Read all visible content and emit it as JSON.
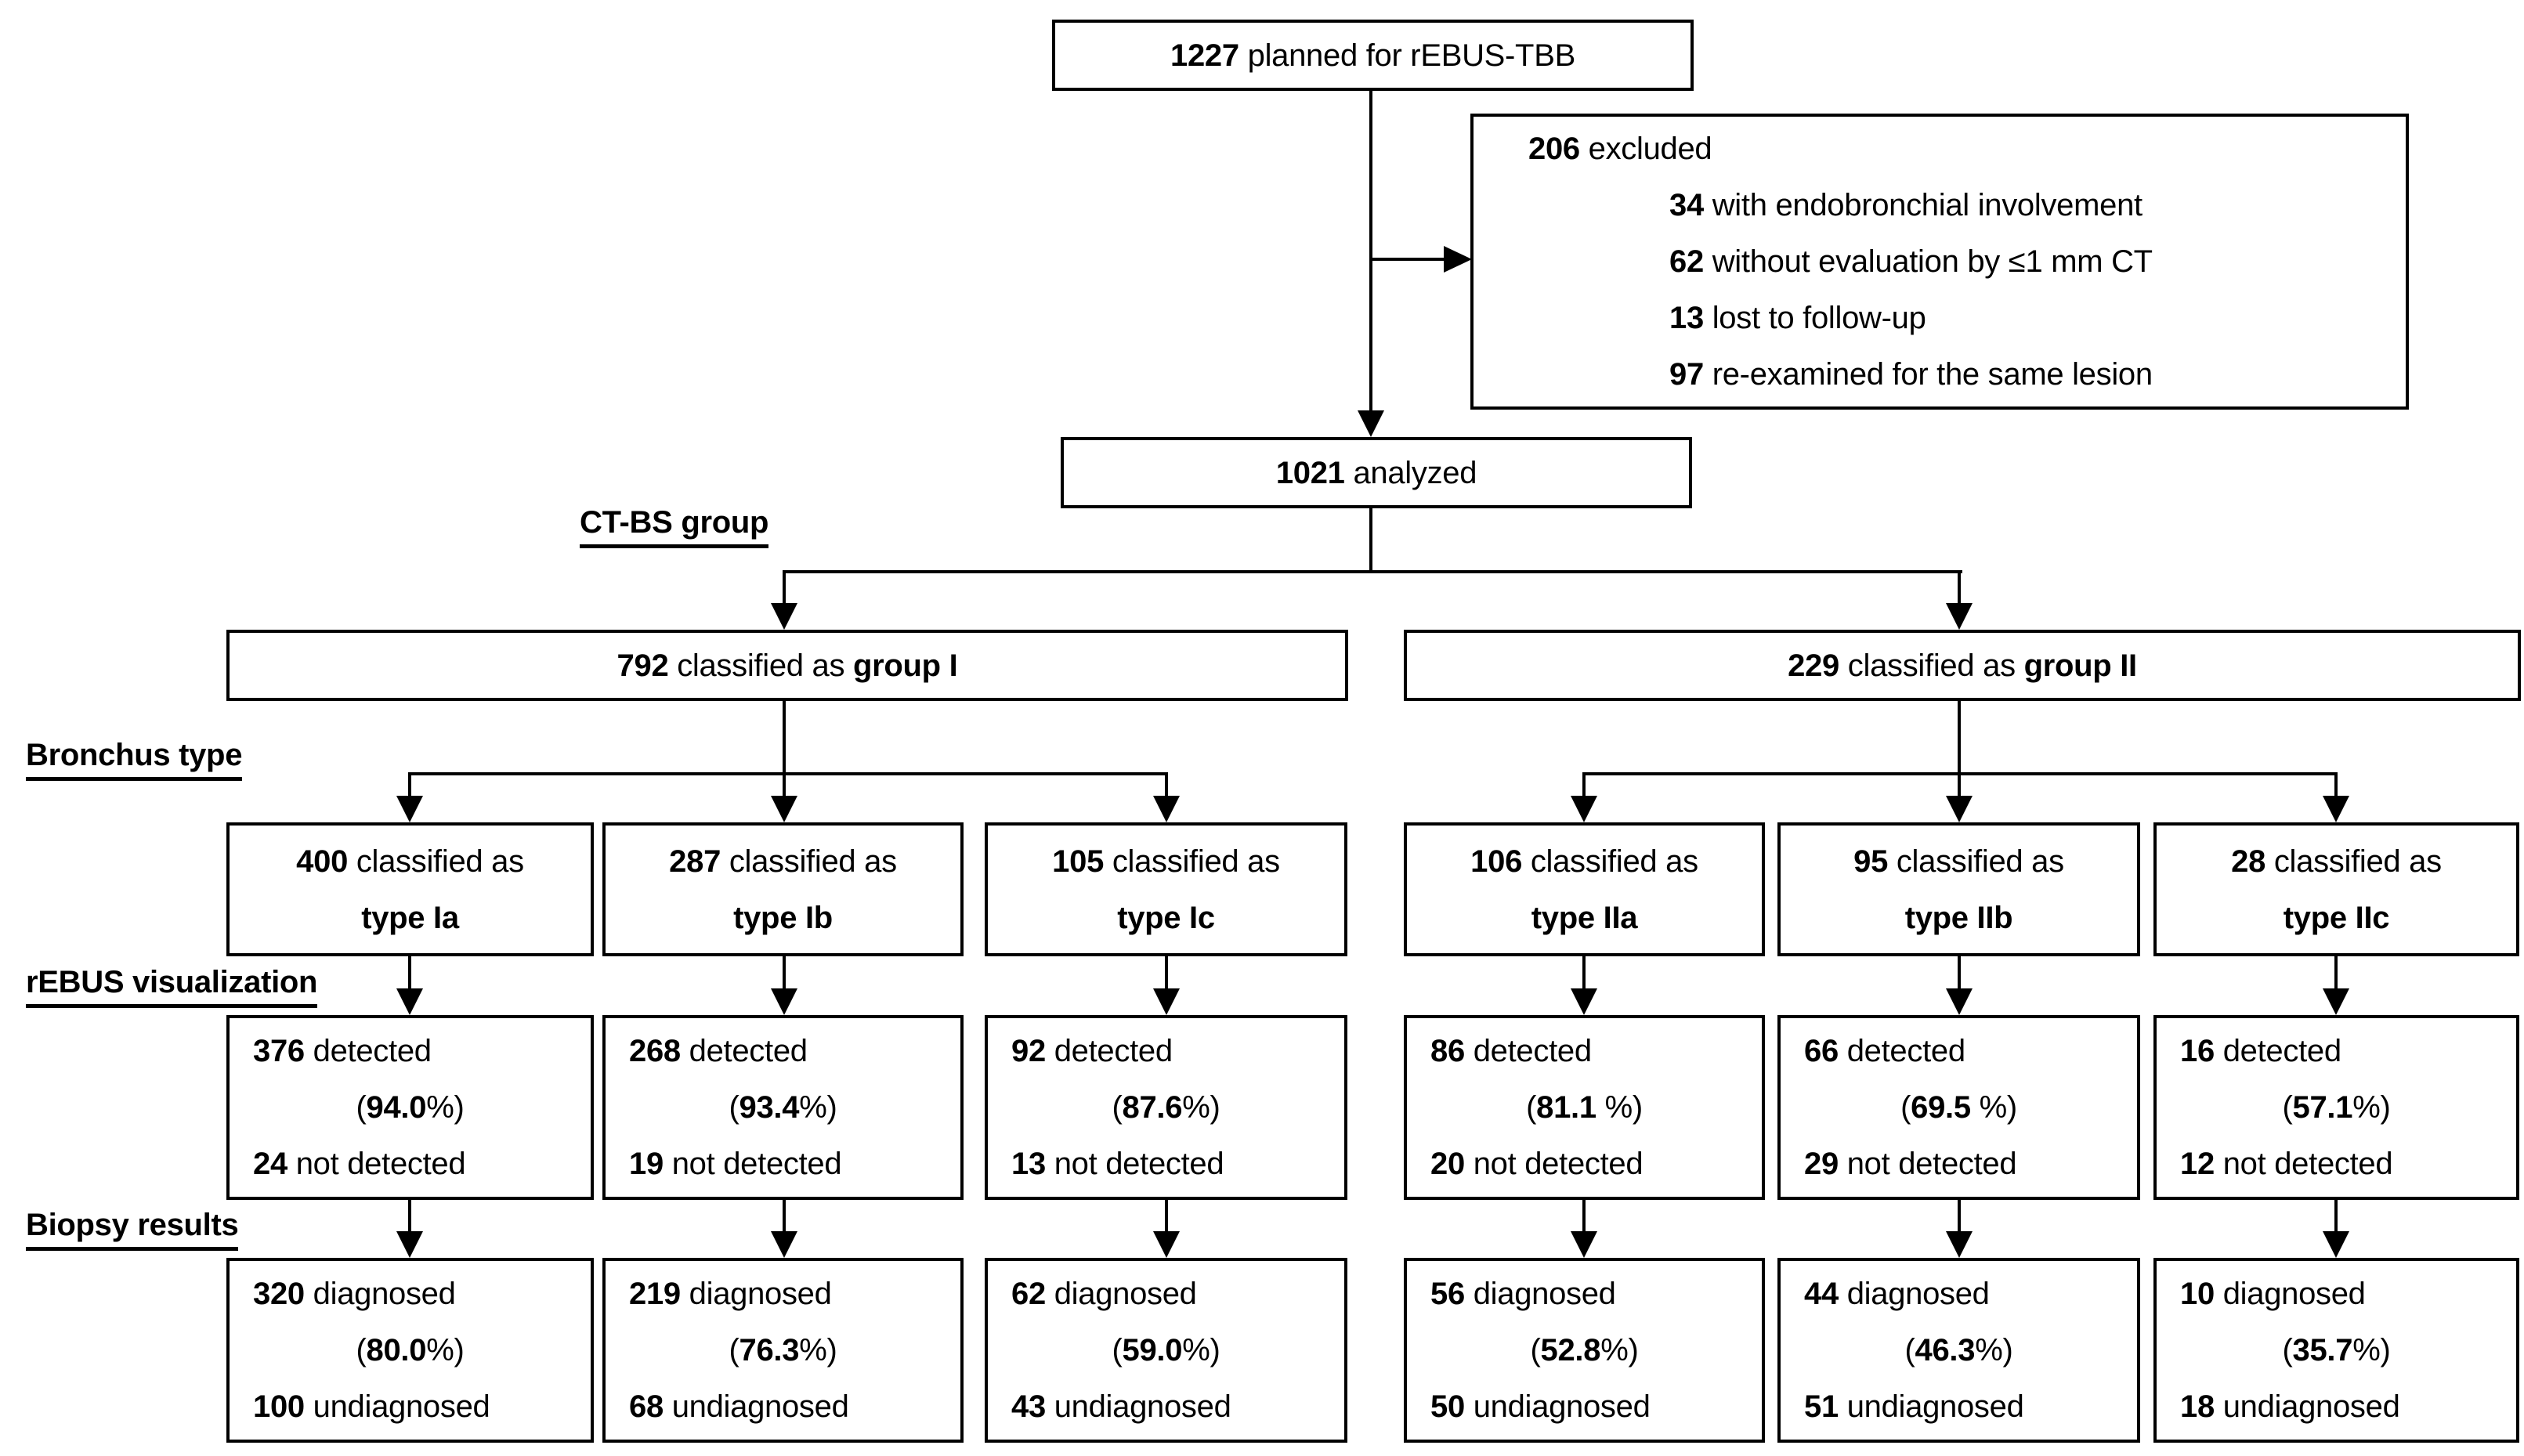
{
  "labels": {
    "ct_bs_group": "CT-BS group",
    "bronchus_type": "Bronchus type",
    "rebus_visualization": "rEBUS visualization",
    "biopsy_results": "Biopsy results"
  },
  "boxes": {
    "planned": {
      "num": "1227",
      "rest": " planned for rEBUS-TBB"
    },
    "excluded": {
      "title_num": "206",
      "title_rest": " excluded",
      "items": [
        {
          "num": "34",
          "rest": " with endobronchial involvement"
        },
        {
          "num": "62",
          "rest": " without evaluation by ≤1 mm CT"
        },
        {
          "num": "13",
          "rest": " lost to follow-up"
        },
        {
          "num": "97",
          "rest": " re-examined for the same lesion"
        }
      ]
    },
    "analyzed": {
      "num": "1021",
      "rest": " analyzed"
    }
  },
  "groups": [
    {
      "num": "792",
      "mid": " classified as ",
      "name": "group I"
    },
    {
      "num": "229",
      "mid": " classified as ",
      "name": "group II"
    }
  ],
  "types": [
    {
      "num": "400",
      "rest": " classified as",
      "name": "type Ia"
    },
    {
      "num": "287",
      "rest": " classified as",
      "name": "type Ib"
    },
    {
      "num": "105",
      "rest": " classified as",
      "name": "type Ic"
    },
    {
      "num": "106",
      "rest": " classified as",
      "name": "type IIa"
    },
    {
      "num": "95",
      "rest": " classified as",
      "name": "type IIb"
    },
    {
      "num": "28",
      "rest": " classified as",
      "name": "type IIc"
    }
  ],
  "detection": [
    {
      "num": "376",
      "rest": " detected",
      "pct_open": "(",
      "pct": "94.0",
      "pct_close": "%)",
      "num2": "24",
      "rest2": " not detected"
    },
    {
      "num": "268",
      "rest": " detected",
      "pct_open": "(",
      "pct": "93.4",
      "pct_close": "%)",
      "num2": "19",
      "rest2": " not detected"
    },
    {
      "num": "92",
      "rest": " detected",
      "pct_open": "(",
      "pct": "87.6",
      "pct_close": "%)",
      "num2": "13",
      "rest2": " not detected"
    },
    {
      "num": "86",
      "rest": " detected",
      "pct_open": "(",
      "pct": "81.1",
      "pct_close": " %)",
      "num2": "20",
      "rest2": " not detected"
    },
    {
      "num": "66",
      "rest": " detected",
      "pct_open": "(",
      "pct": "69.5",
      "pct_close": " %)",
      "num2": "29",
      "rest2": " not detected"
    },
    {
      "num": "16",
      "rest": " detected",
      "pct_open": "(",
      "pct": "57.1",
      "pct_close": "%)",
      "num2": "12",
      "rest2": " not detected"
    }
  ],
  "biopsy": [
    {
      "num": "320",
      "rest": " diagnosed",
      "pct_open": "(",
      "pct": "80.0",
      "pct_close": "%)",
      "num2": "100",
      "rest2": " undiagnosed"
    },
    {
      "num": "219",
      "rest": " diagnosed",
      "pct_open": "(",
      "pct": "76.3",
      "pct_close": "%)",
      "num2": "68",
      "rest2": " undiagnosed"
    },
    {
      "num": "62",
      "rest": " diagnosed",
      "pct_open": "(",
      "pct": "59.0",
      "pct_close": "%)",
      "num2": "43",
      "rest2": " undiagnosed"
    },
    {
      "num": "56",
      "rest": " diagnosed",
      "pct_open": "(",
      "pct": "52.8",
      "pct_close": "%)",
      "num2": "50",
      "rest2": " undiagnosed"
    },
    {
      "num": "44",
      "rest": " diagnosed",
      "pct_open": "(",
      "pct": "46.3",
      "pct_close": "%)",
      "num2": "51",
      "rest2": " undiagnosed"
    },
    {
      "num": "10",
      "rest": " diagnosed",
      "pct_open": "(",
      "pct": "35.7",
      "pct_close": "%)",
      "num2": "18",
      "rest2": " undiagnosed"
    }
  ],
  "colors": {
    "line": "#000000",
    "background": "#ffffff",
    "text": "#000000"
  }
}
